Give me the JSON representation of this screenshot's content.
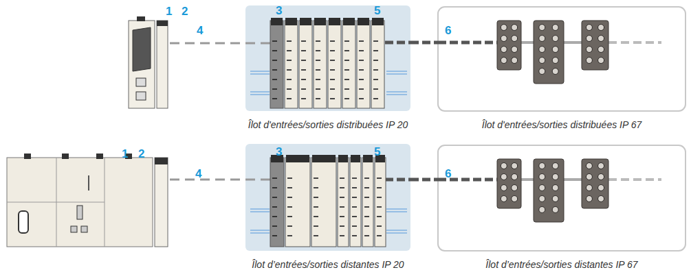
{
  "diagram": {
    "nodes": [
      {
        "text": [
          "Îlot d'entrées/sorties distribuées IP 20"
        ]
      },
      {
        "text": [
          "Îlot d'entrées/sorties distribuées IP 67"
        ]
      },
      {
        "text": [
          "Îlot d’entrées/sorties distantes IP 20"
        ]
      },
      {
        "text": [
          "Îlot d’entrées/sorties distantes IP 67"
        ]
      }
    ],
    "edges": [
      {
        "from": 0,
        "to": 1,
        "arrow": "none"
      },
      {
        "from": 2,
        "to": 3,
        "arrow": "none"
      }
    ],
    "labels": [
      "1",
      "2",
      "4",
      "3",
      "5",
      "6",
      "1",
      "2",
      "4",
      "3",
      "5",
      "6"
    ]
  }
}
